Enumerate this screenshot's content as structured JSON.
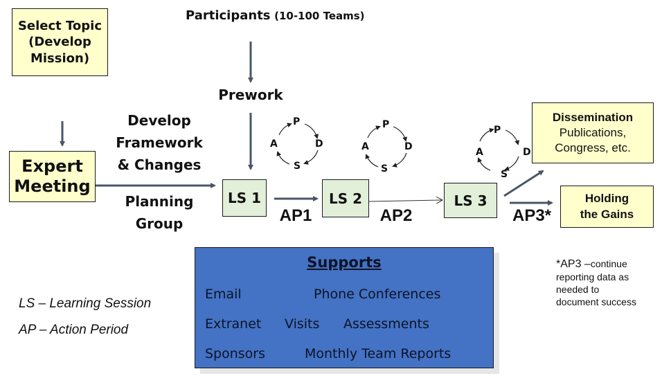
{
  "boxes": {
    "select_topic": [
      "Select Topic",
      "(Develop",
      "Mission)"
    ],
    "expert_meeting": [
      "Expert",
      "Meeting"
    ],
    "ls1": "LS 1",
    "ls2": "LS 2",
    "ls3": "LS 3",
    "dissemination": {
      "title": "Dissemination",
      "lines": [
        "Publications,",
        "Congress, etc."
      ]
    },
    "holding_gains": [
      "Holding",
      "the Gains"
    ]
  },
  "labels": {
    "participants_main": "Participants",
    "participants_sub": "(10-100 Teams)",
    "prework": "Prework",
    "develop": [
      "Develop",
      "Framework",
      "& Changes"
    ],
    "planning": [
      "Planning",
      "Group"
    ],
    "ap1": "AP1",
    "ap2": "AP2",
    "ap3": "AP3*"
  },
  "pdsa": {
    "p": "P",
    "d": "D",
    "s": "S",
    "a": "A"
  },
  "supports": {
    "title": "Supports",
    "rows": [
      [
        "Email",
        "Phone Conferences"
      ],
      [
        "Extranet",
        "Visits",
        "Assessments"
      ],
      [
        "Sponsors",
        "Monthly Team Reports"
      ]
    ]
  },
  "legend": {
    "ls": "LS – Learning Session",
    "ap": "AP – Action Period"
  },
  "footnote": {
    "head": "*AP3 –",
    "first": "continue",
    "lines": [
      "reporting data as",
      "needed to",
      "document success"
    ]
  },
  "colors": {
    "yellow_box": "#ffffcc",
    "green_box": "#e2efd9",
    "supports_blue": "#4472c4",
    "arrow": "#4a5566"
  }
}
